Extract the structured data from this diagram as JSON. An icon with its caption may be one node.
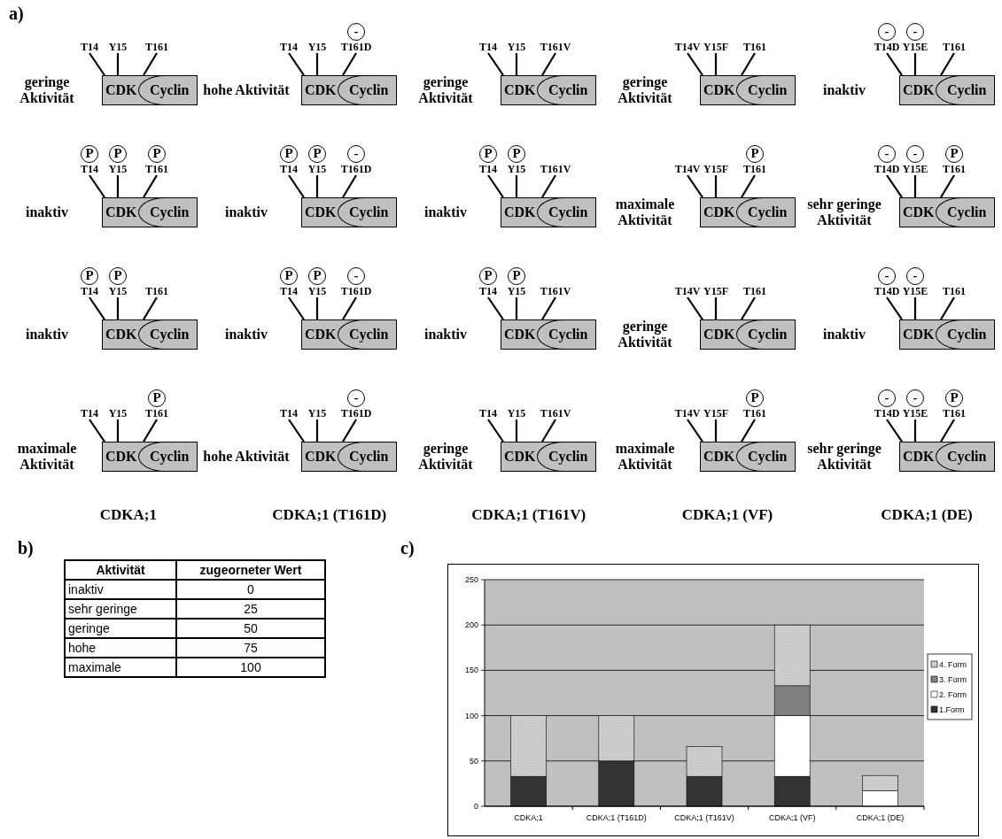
{
  "diagram": {
    "nodes": [
      {
        "text": [
          "CDK"
        ],
        "beside": [
          "geringe Aktivität"
        ]
      },
      {
        "text": [
          "Cyclin"
        ],
        "in": 0
      },
      {
        "text": [
          "T14"
        ]
      },
      {
        "text": [
          "Y15"
        ]
      },
      {
        "text": [
          "T161"
        ]
      },
      {
        "text": [
          "CDK"
        ],
        "beside": [
          "hohe Aktivität"
        ]
      },
      {
        "text": [
          "Cyclin"
        ],
        "in": 5
      },
      {
        "text": [
          "T14"
        ]
      },
      {
        "text": [
          "Y15"
        ]
      },
      {
        "text": [
          "T161D"
        ]
      },
      {
        "text": [
          "-"
        ]
      },
      {
        "text": [
          "CDK"
        ],
        "beside": [
          "geringe Aktivität"
        ]
      },
      {
        "text": [
          "Cyclin"
        ],
        "in": 11
      },
      {
        "text": [
          "T14"
        ]
      },
      {
        "text": [
          "Y15"
        ]
      },
      {
        "text": [
          "T161V"
        ]
      },
      {
        "text": [
          "CDK"
        ],
        "beside": [
          "geringe Aktivität"
        ]
      },
      {
        "text": [
          "Cyclin"
        ],
        "in": 16
      },
      {
        "text": [
          "T14V"
        ]
      },
      {
        "text": [
          "Y15F"
        ]
      },
      {
        "text": [
          "T161"
        ]
      },
      {
        "text": [
          "CDK"
        ],
        "beside": [
          "inaktiv"
        ]
      },
      {
        "text": [
          "Cyclin"
        ],
        "in": 21
      },
      {
        "text": [
          "T14D"
        ]
      },
      {
        "text": [
          "Y15E"
        ]
      },
      {
        "text": [
          "T161"
        ]
      },
      {
        "text": [
          "-"
        ]
      },
      {
        "text": [
          "-"
        ]
      },
      {
        "text": [
          "CDK"
        ],
        "beside": [
          "inaktiv"
        ]
      },
      {
        "text": [
          "Cyclin"
        ],
        "in": 28
      },
      {
        "text": [
          "T14"
        ]
      },
      {
        "text": [
          "Y15"
        ]
      },
      {
        "text": [
          "T161"
        ]
      },
      {
        "text": [
          "P"
        ]
      },
      {
        "text": [
          "P"
        ]
      },
      {
        "text": [
          "P"
        ]
      },
      {
        "text": [
          "CDK"
        ],
        "beside": [
          "inaktiv"
        ]
      },
      {
        "text": [
          "Cyclin"
        ],
        "in": 36
      },
      {
        "text": [
          "T14"
        ]
      },
      {
        "text": [
          "Y15"
        ]
      },
      {
        "text": [
          "T161D"
        ]
      },
      {
        "text": [
          "P"
        ]
      },
      {
        "text": [
          "P"
        ]
      },
      {
        "text": [
          "-"
        ]
      },
      {
        "text": [
          "CDK"
        ],
        "beside": [
          "inaktiv"
        ]
      },
      {
        "text": [
          "Cyclin"
        ],
        "in": 44
      },
      {
        "text": [
          "T14"
        ]
      },
      {
        "text": [
          "Y15"
        ]
      },
      {
        "text": [
          "T161V"
        ]
      },
      {
        "text": [
          "P"
        ]
      },
      {
        "text": [
          "P"
        ]
      },
      {
        "text": [
          "CDK"
        ],
        "beside": [
          "maximale Aktivität"
        ]
      },
      {
        "text": [
          "Cyclin"
        ],
        "in": 51
      },
      {
        "text": [
          "T14V"
        ]
      },
      {
        "text": [
          "Y15F"
        ]
      },
      {
        "text": [
          "T161"
        ]
      },
      {
        "text": [
          "P"
        ]
      },
      {
        "text": [
          "CDK"
        ],
        "beside": [
          "sehr geringe Aktivität"
        ]
      },
      {
        "text": [
          "Cyclin"
        ],
        "in": 57
      },
      {
        "text": [
          "T14D"
        ]
      },
      {
        "text": [
          "Y15E"
        ]
      },
      {
        "text": [
          "T161"
        ]
      },
      {
        "text": [
          "-"
        ]
      },
      {
        "text": [
          "-"
        ]
      },
      {
        "text": [
          "P"
        ]
      },
      {
        "text": [
          "CDK"
        ],
        "beside": [
          "inaktiv"
        ]
      },
      {
        "text": [
          "Cyclin"
        ],
        "in": 65
      },
      {
        "text": [
          "T14"
        ]
      },
      {
        "text": [
          "Y15"
        ]
      },
      {
        "text": [
          "T161"
        ]
      },
      {
        "text": [
          "P"
        ]
      },
      {
        "text": [
          "P"
        ]
      },
      {
        "text": [
          "CDK"
        ],
        "beside": [
          "inaktiv"
        ]
      },
      {
        "text": [
          "Cyclin"
        ],
        "in": 72
      },
      {
        "text": [
          "T14"
        ]
      },
      {
        "text": [
          "Y15"
        ]
      },
      {
        "text": [
          "T161D"
        ]
      },
      {
        "text": [
          "P"
        ]
      },
      {
        "text": [
          "P"
        ]
      },
      {
        "text": [
          "-"
        ]
      },
      {
        "text": [
          "CDK"
        ],
        "beside": [
          "inaktiv"
        ]
      },
      {
        "text": [
          "Cyclin"
        ],
        "in": 80
      },
      {
        "text": [
          "T14"
        ]
      },
      {
        "text": [
          "Y15"
        ]
      },
      {
        "text": [
          "T161V"
        ]
      },
      {
        "text": [
          "P"
        ]
      },
      {
        "text": [
          "P"
        ]
      },
      {
        "text": [
          "CDK"
        ],
        "beside": [
          "geringe Aktivität"
        ]
      },
      {
        "text": [
          "Cyclin"
        ],
        "in": 87
      },
      {
        "text": [
          "T14V"
        ]
      },
      {
        "text": [
          "Y15F"
        ]
      },
      {
        "text": [
          "T161"
        ]
      },
      {
        "text": [
          "CDK"
        ],
        "beside": [
          "inaktiv"
        ]
      },
      {
        "text": [
          "Cyclin"
        ],
        "in": 92
      },
      {
        "text": [
          "T14D"
        ]
      },
      {
        "text": [
          "Y15E"
        ]
      },
      {
        "text": [
          "T161"
        ]
      },
      {
        "text": [
          "-"
        ]
      },
      {
        "text": [
          "-"
        ]
      },
      {
        "text": [
          "CDK"
        ],
        "beside": [
          "maximale Aktivität"
        ]
      },
      {
        "text": [
          "Cyclin"
        ],
        "in": 99
      },
      {
        "text": [
          "T14"
        ]
      },
      {
        "text": [
          "Y15"
        ]
      },
      {
        "text": [
          "T161"
        ]
      },
      {
        "text": [
          "P"
        ]
      },
      {
        "text": [
          "CDK"
        ],
        "beside": [
          "hohe Aktivität"
        ]
      },
      {
        "text": [
          "Cyclin"
        ],
        "in": 105
      },
      {
        "text": [
          "T14"
        ]
      },
      {
        "text": [
          "Y15"
        ]
      },
      {
        "text": [
          "T161D"
        ]
      },
      {
        "text": [
          "-"
        ]
      },
      {
        "text": [
          "CDK"
        ],
        "beside": [
          "geringe Aktivität"
        ]
      },
      {
        "text": [
          "Cyclin"
        ],
        "in": 111
      },
      {
        "text": [
          "T14"
        ]
      },
      {
        "text": [
          "Y15"
        ]
      },
      {
        "text": [
          "T161V"
        ]
      },
      {
        "text": [
          "CDK"
        ],
        "beside": [
          "maximale Aktivität"
        ]
      },
      {
        "text": [
          "Cyclin"
        ],
        "in": 116
      },
      {
        "text": [
          "T14V"
        ]
      },
      {
        "text": [
          "Y15F"
        ]
      },
      {
        "text": [
          "T161"
        ]
      },
      {
        "text": [
          "P"
        ]
      },
      {
        "text": [
          "CDK"
        ],
        "beside": [
          "sehr geringe Aktivität"
        ]
      },
      {
        "text": [
          "Cyclin"
        ],
        "in": 122
      },
      {
        "text": [
          "T14D"
        ]
      },
      {
        "text": [
          "Y15E"
        ]
      },
      {
        "text": [
          "T161"
        ]
      },
      {
        "text": [
          "-"
        ]
      },
      {
        "text": [
          "-"
        ]
      },
      {
        "text": [
          "P"
        ]
      }
    ],
    "edges": [
      {
        "from": 2,
        "to": 0,
        "arrow": "none"
      },
      {
        "from": 3,
        "to": 0,
        "arrow": "none"
      },
      {
        "from": 4,
        "to": 0,
        "arrow": "none"
      },
      {
        "from": 7,
        "to": 5,
        "arrow": "none"
      },
      {
        "from": 8,
        "to": 5,
        "arrow": "none"
      },
      {
        "from": 9,
        "to": 5,
        "arrow": "none"
      },
      {
        "from": 13,
        "to": 11,
        "arrow": "none"
      },
      {
        "from": 14,
        "to": 11,
        "arrow": "none"
      },
      {
        "from": 15,
        "to": 11,
        "arrow": "none"
      },
      {
        "from": 18,
        "to": 16,
        "arrow": "none"
      },
      {
        "from": 19,
        "to": 16,
        "arrow": "none"
      },
      {
        "from": 20,
        "to": 16,
        "arrow": "none"
      },
      {
        "from": 23,
        "to": 21,
        "arrow": "none"
      },
      {
        "from": 24,
        "to": 21,
        "arrow": "none"
      },
      {
        "from": 25,
        "to": 21,
        "arrow": "none"
      },
      {
        "from": 30,
        "to": 28,
        "arrow": "none"
      },
      {
        "from": 31,
        "to": 28,
        "arrow": "none"
      },
      {
        "from": 32,
        "to": 28,
        "arrow": "none"
      },
      {
        "from": 38,
        "to": 36,
        "arrow": "none"
      },
      {
        "from": 39,
        "to": 36,
        "arrow": "none"
      },
      {
        "from": 40,
        "to": 36,
        "arrow": "none"
      },
      {
        "from": 46,
        "to": 44,
        "arrow": "none"
      },
      {
        "from": 47,
        "to": 44,
        "arrow": "none"
      },
      {
        "from": 48,
        "to": 44,
        "arrow": "none"
      },
      {
        "from": 53,
        "to": 51,
        "arrow": "none"
      },
      {
        "from": 54,
        "to": 51,
        "arrow": "none"
      },
      {
        "from": 55,
        "to": 51,
        "arrow": "none"
      },
      {
        "from": 59,
        "to": 57,
        "arrow": "none"
      },
      {
        "from": 60,
        "to": 57,
        "arrow": "none"
      },
      {
        "from": 61,
        "to": 57,
        "arrow": "none"
      },
      {
        "from": 67,
        "to": 65,
        "arrow": "none"
      },
      {
        "from": 68,
        "to": 65,
        "arrow": "none"
      },
      {
        "from": 69,
        "to": 65,
        "arrow": "none"
      },
      {
        "from": 74,
        "to": 72,
        "arrow": "none"
      },
      {
        "from": 75,
        "to": 72,
        "arrow": "none"
      },
      {
        "from": 76,
        "to": 72,
        "arrow": "none"
      },
      {
        "from": 82,
        "to": 80,
        "arrow": "none"
      },
      {
        "from": 83,
        "to": 80,
        "arrow": "none"
      },
      {
        "from": 84,
        "to": 80,
        "arrow": "none"
      },
      {
        "from": 89,
        "to": 87,
        "arrow": "none"
      },
      {
        "from": 90,
        "to": 87,
        "arrow": "none"
      },
      {
        "from": 91,
        "to": 87,
        "arrow": "none"
      },
      {
        "from": 94,
        "to": 92,
        "arrow": "none"
      },
      {
        "from": 95,
        "to": 92,
        "arrow": "none"
      },
      {
        "from": 96,
        "to": 92,
        "arrow": "none"
      },
      {
        "from": 101,
        "to": 99,
        "arrow": "none"
      },
      {
        "from": 102,
        "to": 99,
        "arrow": "none"
      },
      {
        "from": 103,
        "to": 99,
        "arrow": "none"
      },
      {
        "from": 107,
        "to": 105,
        "arrow": "none"
      },
      {
        "from": 108,
        "to": 105,
        "arrow": "none"
      },
      {
        "from": 109,
        "to": 105,
        "arrow": "none"
      },
      {
        "from": 113,
        "to": 111,
        "arrow": "none"
      },
      {
        "from": 114,
        "to": 111,
        "arrow": "none"
      },
      {
        "from": 115,
        "to": 111,
        "arrow": "none"
      },
      {
        "from": 118,
        "to": 116,
        "arrow": "none"
      },
      {
        "from": 119,
        "to": 116,
        "arrow": "none"
      },
      {
        "from": 120,
        "to": 116,
        "arrow": "none"
      },
      {
        "from": 124,
        "to": 122,
        "arrow": "none"
      },
      {
        "from": 125,
        "to": 122,
        "arrow": "none"
      },
      {
        "from": 126,
        "to": 122,
        "arrow": "none"
      }
    ],
    "labels": [
      "a)",
      "CDKA;1",
      "CDKA;1 (T161D)",
      "CDKA;1 (T161V)",
      "CDKA;1 (VF)",
      "CDKA;1 (DE)",
      "b)",
      "Aktivität",
      "zugeorneter Wert",
      "inaktiv",
      "0",
      "sehr geringe",
      "25",
      "geringe",
      "50",
      "hohe",
      "75",
      "maximale",
      "100",
      "c)"
    ],
    "chart_data": {
      "type": "bar",
      "stacked": true,
      "categories": [
        "CDKA;1",
        "CDKA;1 (T161D)",
        "CDKA;1 (T161V)",
        "CDKA;1 (VF)",
        "CDKA;1 (DE)"
      ],
      "series": [
        {
          "name": "1.Form",
          "color": "#333333",
          "values": [
            33,
            50,
            33,
            33,
            0
          ]
        },
        {
          "name": "2. Form",
          "color": "#ffffff",
          "values": [
            0,
            0,
            0,
            67,
            17
          ]
        },
        {
          "name": "3. Form",
          "color": "#808080",
          "values": [
            0,
            0,
            0,
            33,
            0
          ]
        },
        {
          "name": "4. Form",
          "color": "#d0d0d0",
          "values": [
            67,
            50,
            33,
            67,
            17
          ]
        }
      ],
      "grid": true,
      "legend": true,
      "ylim": [
        0,
        250
      ],
      "yticks": [
        0,
        50,
        100,
        150,
        200,
        250
      ]
    }
  }
}
